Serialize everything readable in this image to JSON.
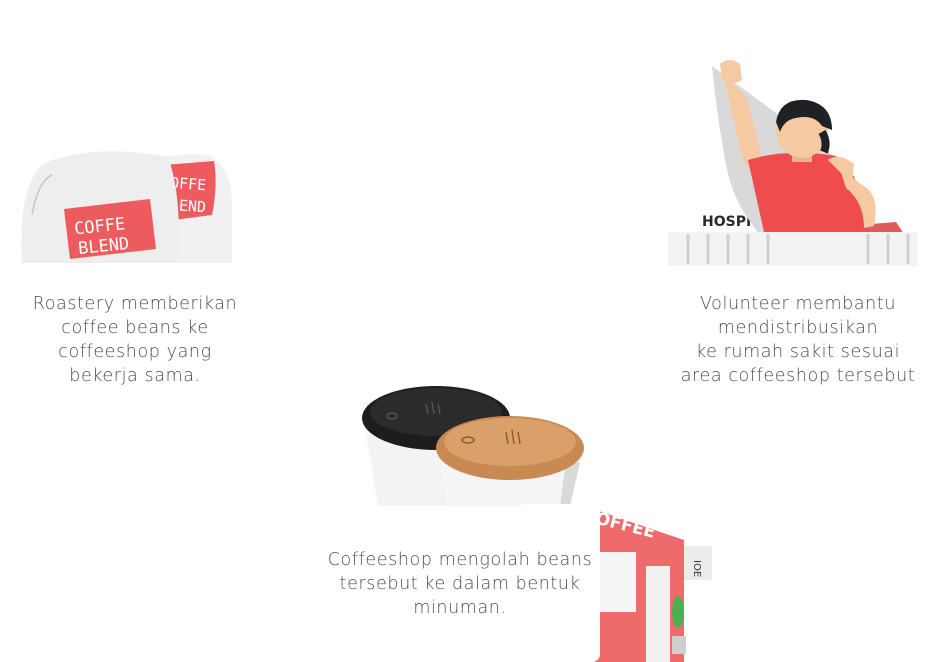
{
  "steps": [
    {
      "caption": "Roastery memberikan\ncoffee beans ke\ncoffeeshop yang\n bekerja sama.",
      "illustration": "coffee-bean-bags",
      "bag_text": [
        "COFFE",
        "BLEND"
      ],
      "bag_text_back": [
        "OFFE",
        "LEND"
      ]
    },
    {
      "caption": "Volunteer membantu\nmendistribusikan\nke rumah sakit sesuai\narea coffeeshop tersebut",
      "illustration": "volunteer-at-hospital",
      "sign_text": "HOSPIT"
    },
    {
      "caption": "Coffeeshop mengolah beans\ntersebut ke dalam bentuk\nminuman.",
      "illustration": "coffee-cups-and-store",
      "store_text": "OFFEE",
      "hanging_sign_text": "IOE"
    }
  ],
  "colors": {
    "accent_red": "#ee5b5f",
    "skin": "#f5c9a2",
    "hair": "#1f2124",
    "lid_dark": "#1d1d1d",
    "lid_tan": "#d49a5e",
    "cup": "#f2f2f2",
    "shadow": "#d7d7d7"
  }
}
